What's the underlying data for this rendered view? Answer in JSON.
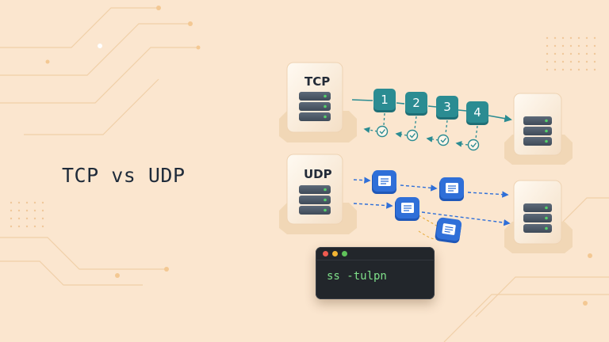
{
  "title": "TCP vs UDP",
  "tcp": {
    "label": "TCP",
    "packets": [
      "1",
      "2",
      "3",
      "4"
    ]
  },
  "udp": {
    "label": "UDP"
  },
  "terminal": {
    "command": "ss -tulpn"
  },
  "colors": {
    "background": "#fbe6cf",
    "tcp_packet": "#2b8c92",
    "udp_packet": "#2f6fd8",
    "ack_check": "#2b8c92",
    "terminal_text": "#7fe08a"
  }
}
